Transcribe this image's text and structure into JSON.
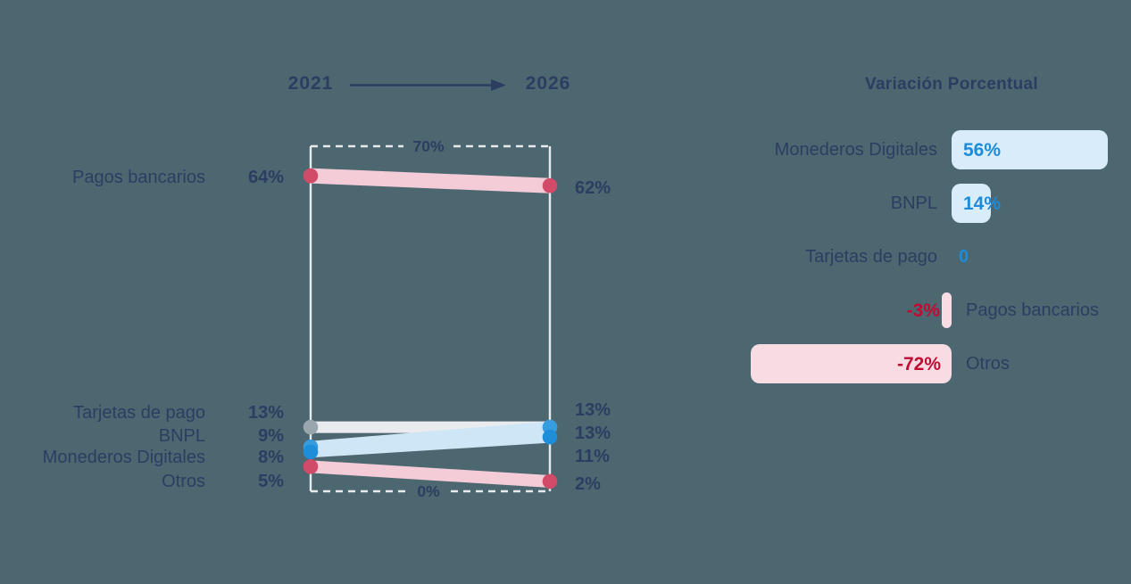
{
  "colors": {
    "background": "#4d6770",
    "navy": "#2b3e62",
    "axis": "#e8ebee",
    "band_pink": "#f3ccd7",
    "band_blue": "#cfe6f7",
    "band_gray": "#e9ebee",
    "dot_red": "#d14a68",
    "dot_blue": "#1f8ed8",
    "dot_blue_light": "#359cde",
    "dot_gray": "#9aa6ae",
    "bar_blue": "#d9ecf9",
    "bar_pink": "#f8dce4",
    "value_blue": "#1d8bd8",
    "value_red": "#c10b32"
  },
  "chart_data": [
    {
      "type": "slope",
      "year_start": "2021",
      "year_end": "2026",
      "ylim": [
        0,
        70
      ],
      "gridlines": [
        {
          "value": 70,
          "label": "70%"
        },
        {
          "value": 0,
          "label": "0%"
        }
      ],
      "series": [
        {
          "name": "Pagos bancarios",
          "values": [
            64,
            62
          ],
          "labels": [
            "64%",
            "62%"
          ],
          "palette": "red"
        },
        {
          "name": "Tarjetas de pago",
          "values": [
            13,
            13
          ],
          "labels": [
            "13%",
            "13%"
          ],
          "palette": "gray"
        },
        {
          "name": "BNPL",
          "values": [
            9,
            13
          ],
          "labels": [
            "9%",
            "13%"
          ],
          "palette": "blue_light"
        },
        {
          "name": "Monederos Digitales",
          "values": [
            8,
            11
          ],
          "labels": [
            "8%",
            "11%"
          ],
          "palette": "blue"
        },
        {
          "name": "Otros",
          "values": [
            5,
            2
          ],
          "labels": [
            "5%",
            "2%"
          ],
          "palette": "red"
        }
      ]
    },
    {
      "type": "bar",
      "title": "Variación Porcentual",
      "orientation": "horizontal_diverging",
      "categories": [
        "Monederos Digitales",
        "BNPL",
        "Tarjetas de pago",
        "Pagos bancarios",
        "Otros"
      ],
      "values": [
        56,
        14,
        0,
        -3,
        -72
      ],
      "value_labels": [
        "56%",
        "14%",
        "0",
        "-3%",
        "-72%"
      ]
    }
  ]
}
